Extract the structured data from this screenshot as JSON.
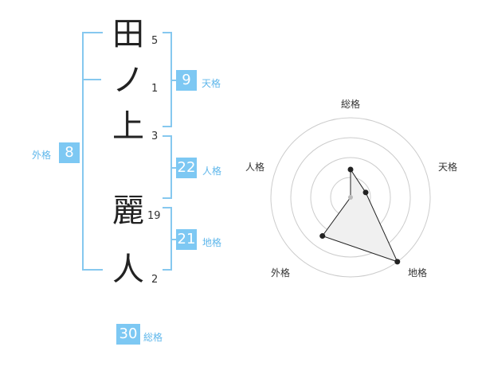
{
  "name": {
    "characters": [
      {
        "char": "田",
        "strokes": "5"
      },
      {
        "char": "ノ",
        "strokes": "1"
      },
      {
        "char": "上",
        "strokes": "3"
      },
      {
        "char": "麗",
        "strokes": "19"
      },
      {
        "char": "人",
        "strokes": "2"
      }
    ]
  },
  "scores": {
    "tenkaku": {
      "value": "9",
      "label": "天格"
    },
    "jinkaku": {
      "value": "22",
      "label": "人格"
    },
    "chikaku": {
      "value": "21",
      "label": "地格"
    },
    "gaikaku": {
      "value": "8",
      "label": "外格"
    },
    "soukaku": {
      "value": "30",
      "label": "総格"
    }
  },
  "chart_data": {
    "type": "radar",
    "axes": [
      "総格",
      "天格",
      "地格",
      "外格",
      "人格"
    ],
    "rings": 4,
    "values": [
      0.35,
      0.2,
      1.0,
      0.6,
      0.0
    ],
    "colors": {
      "fill": "#f0f0f0",
      "line": "#222222",
      "grid": "#cccccc"
    }
  },
  "colors": {
    "accent": "#7dc8f3",
    "accent_text": "#5fb7eb"
  }
}
